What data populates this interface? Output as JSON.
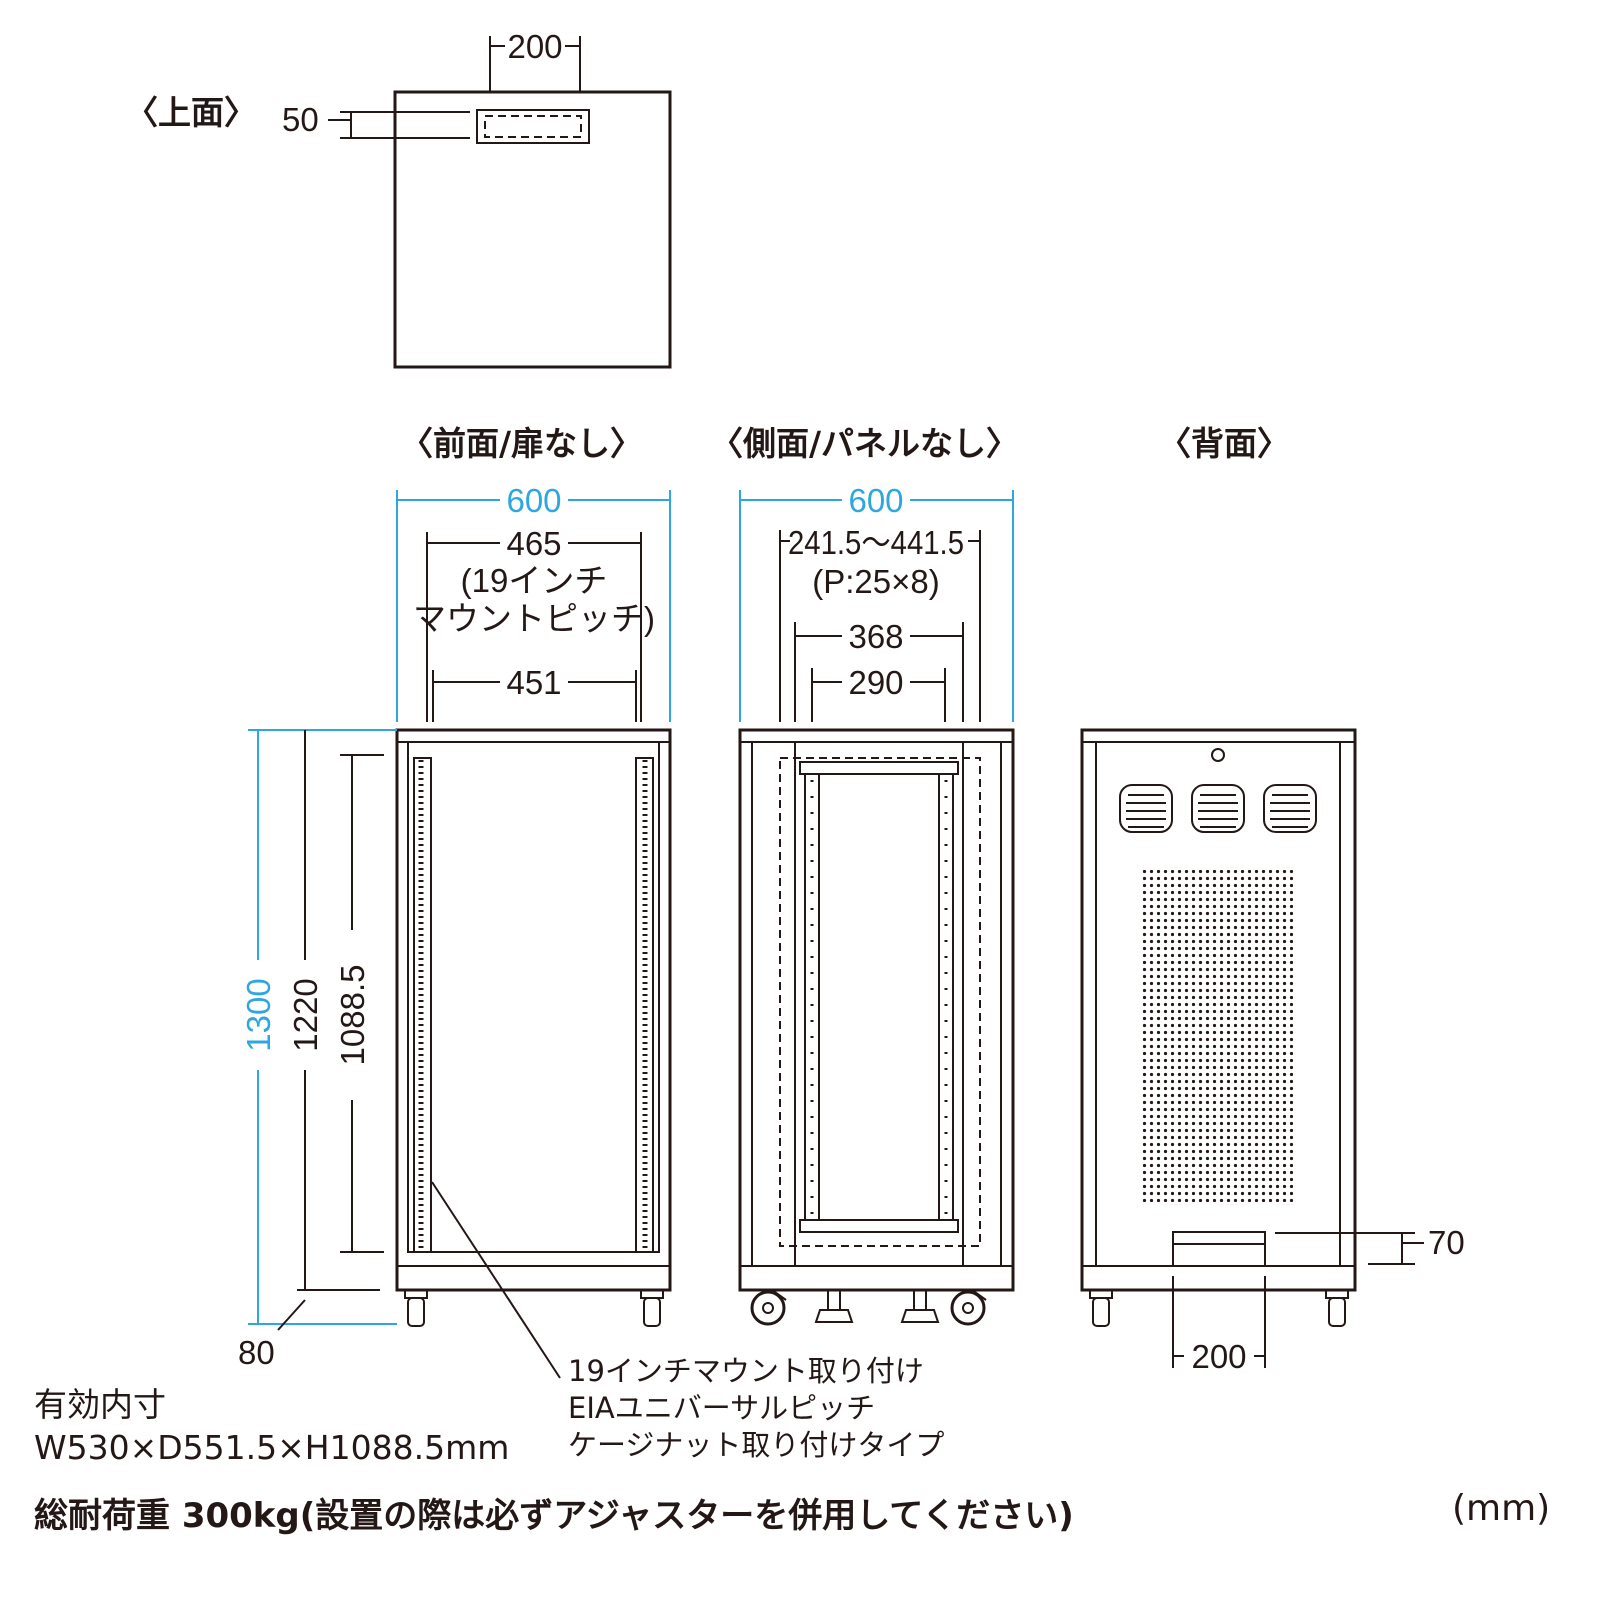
{
  "views": {
    "top": "〈上面〉",
    "front": "〈前面/扉なし〉",
    "side": "〈側面/パネルなし〉",
    "rear": "〈背面〉"
  },
  "dimensions": {
    "top_cable_width": "200",
    "top_cable_depth": "50",
    "front_width": "600",
    "front_mount_width": "465",
    "front_mount_note_1": "(19インチ",
    "front_mount_note_2": "マウントピッチ)",
    "front_inner_width": "451",
    "side_depth": "600",
    "side_adjust_range": "241.5～441.5",
    "side_adjust_pitch": "(P:25×8)",
    "side_368": "368",
    "side_290": "290",
    "height_total": "1300",
    "height_frame": "1220",
    "height_mount": "1088.5",
    "caster_height": "80",
    "rear_cable_height": "70",
    "rear_cable_width": "200"
  },
  "mount_note": [
    "19インチマウント取り付け",
    "EIAユニバーサルピッチ",
    "ケージナット取り付けタイプ"
  ],
  "spec": {
    "label": "有効内寸",
    "value": "W530×D551.5×H1088.5mm"
  },
  "load_note": "総耐荷重 300kg(設置の際は必ずアジャスターを併用してください)",
  "unit": "(mm)",
  "colors": {
    "line": "#231815",
    "accent_dimension": "#2ea7e0"
  }
}
